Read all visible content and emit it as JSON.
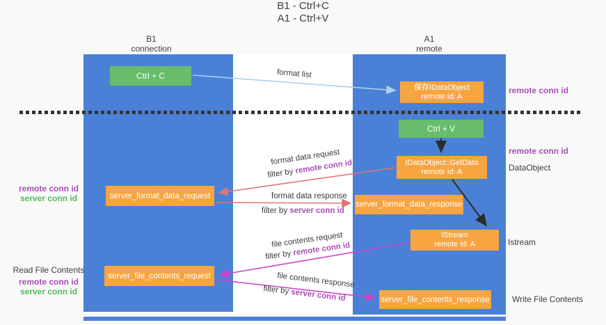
{
  "title": {
    "line1": "B1 - Ctrl+C",
    "line2": "A1 - Ctrl+V"
  },
  "columns": {
    "b1": {
      "name": "B1",
      "subtitle": "connection"
    },
    "a1": {
      "name": "A1",
      "subtitle": "remote"
    }
  },
  "boxes": {
    "ctrl_c": {
      "label": "Ctrl + C"
    },
    "save_idataobject": {
      "line1": "保存IDataObject",
      "line2": "remote id: A"
    },
    "ctrl_v": {
      "label": "Ctrl + V"
    },
    "getdata": {
      "line1": "IDataObject::GetData",
      "line2": "remote id: A"
    },
    "server_format_data_request": {
      "label": "server_format_data_request"
    },
    "server_format_data_response": {
      "label": "server_format_data_response"
    },
    "istream": {
      "line1": "IStream",
      "line2": "remote id: A"
    },
    "server_file_contents_request": {
      "label": "server_file_contents_request"
    },
    "server_file_contents_response": {
      "label": "server_file_contents_response"
    }
  },
  "arrow_labels": {
    "format_list": "format list",
    "format_data_request": "format data request",
    "format_data_response": "format data response",
    "file_contents_request": "file contents request",
    "file_contents_response": "file contents response",
    "filter_by": "filter by ",
    "remote_conn_id": "remote conn id",
    "server_conn_id": "server conn id"
  },
  "side_labels": {
    "remote_conn_id": "remote conn id",
    "server_conn_id": "server conn id",
    "dataobject": "DataObject",
    "istream": "Istream",
    "read_file_contents": "Read File Contents",
    "write_file_contents": "Write File Contents"
  },
  "colors": {
    "column_blue": "#4a80d6",
    "box_orange": "#f7a541",
    "box_green": "#67bd6b",
    "arrow_light_blue": "#a9d3ee",
    "arrow_red": "#e07575",
    "arrow_magenta": "#cc44cc",
    "arrow_black": "#2b2b2b",
    "label_purple": "#a84fb5",
    "label_green": "#57b75c",
    "text_dark": "#3b3b3b"
  }
}
